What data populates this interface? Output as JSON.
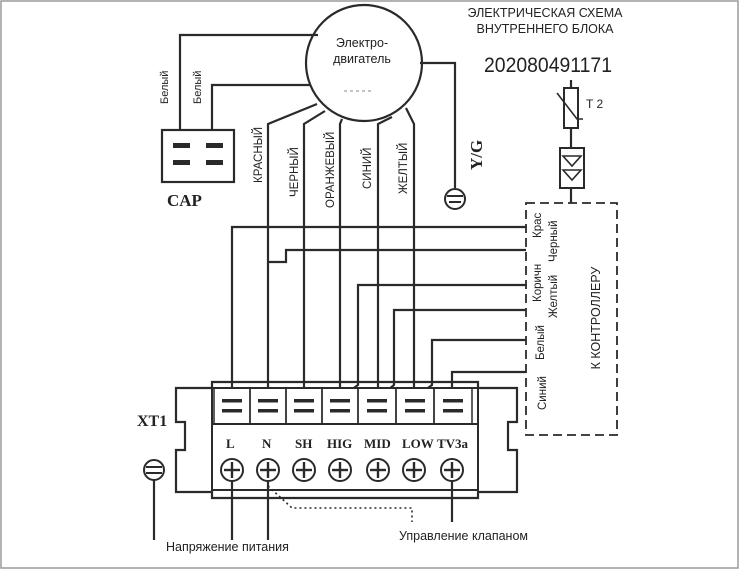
{
  "header": {
    "title_line1": "ЭЛЕКТРИЧЕСКАЯ СХЕМА",
    "title_line2": "ВНУТРЕННЕГО БЛОКА",
    "code": "202080491171"
  },
  "motor": {
    "label_line1": "Электро-",
    "label_line2": "двигатель"
  },
  "cap": {
    "label": "CAP",
    "wire1": "Белый",
    "wire2": "Белый"
  },
  "motor_wires": [
    "КРАСНЫЙ",
    "ЧЕРНЫЙ",
    "ОРАНЖЕВЫЙ",
    "СИНИЙ",
    "ЖЕЛТЫЙ"
  ],
  "ground_label": "Y/G",
  "sensor": {
    "label": "T 2"
  },
  "controller": {
    "label": "К КОНТРОЛЛЕРУ",
    "wires": [
      "Крас",
      "Черный",
      "Коричн",
      "Желтый",
      "Белый",
      "Синий"
    ]
  },
  "terminal_block": {
    "label": "XT1",
    "terminals": [
      "L",
      "N",
      "SH",
      "HIG",
      "MID",
      "LOW",
      "TV3a"
    ]
  },
  "bottom": {
    "power_label": "Напряжение питания",
    "valve_label": "Управление клапаном"
  }
}
